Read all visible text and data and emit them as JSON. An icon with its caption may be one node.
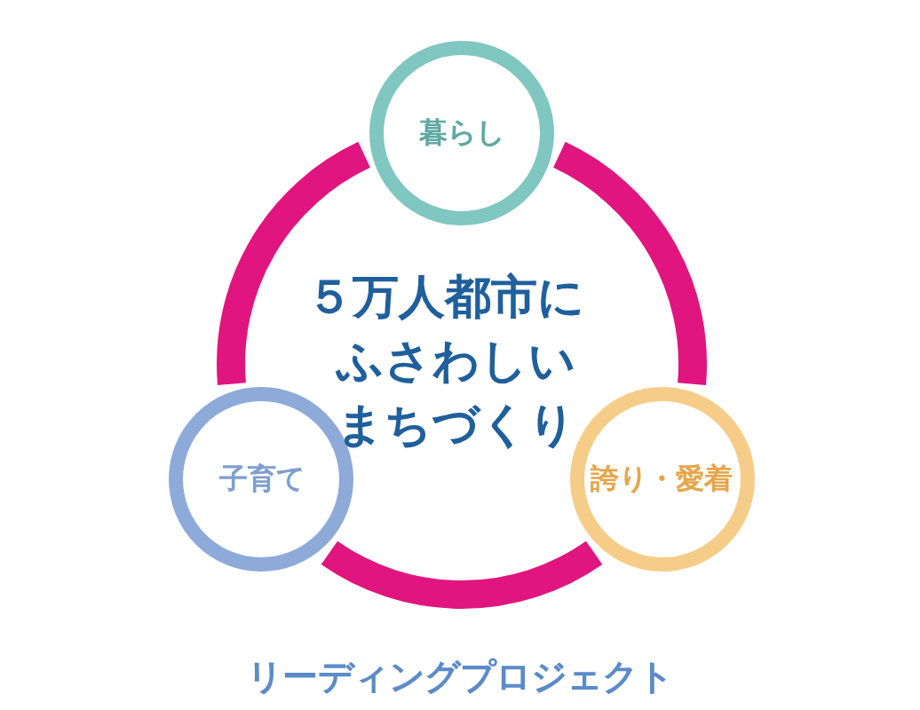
{
  "diagram": {
    "caption": "リーディングプロジェクト",
    "nodes": [
      {
        "text": [
          "暮らし"
        ]
      },
      {
        "text": [
          "子育て"
        ]
      },
      {
        "text": [
          "誇り・愛着"
        ]
      }
    ],
    "edges": [
      {
        "from": 0,
        "to": 1,
        "arrow": "none"
      },
      {
        "from": 1,
        "to": 2,
        "arrow": "none"
      },
      {
        "from": 2,
        "to": 0,
        "arrow": "none"
      }
    ],
    "labels": [
      "５万人都市にふさわしいまちづくり"
    ]
  }
}
